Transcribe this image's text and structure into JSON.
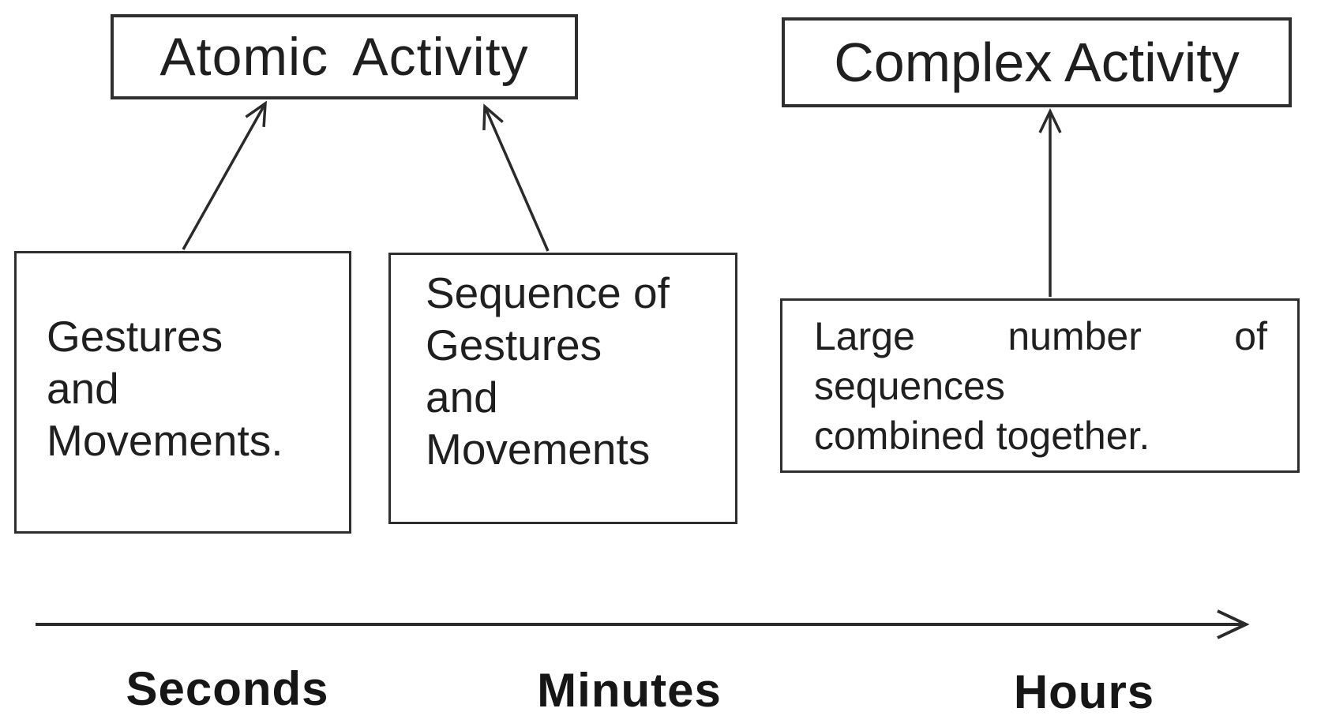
{
  "diagram": {
    "background": "#ffffff",
    "ink_color": "#1f1f1f",
    "border_color": "#2e2e2e",
    "title_boxes": {
      "atomic": {
        "label": "Atomic Activity"
      },
      "complex": {
        "label": "Complex Activity"
      }
    },
    "detail_boxes": {
      "gestures": {
        "lines": [
          "Gestures",
          "and",
          "Movements."
        ]
      },
      "sequence": {
        "lines": [
          "Sequence of",
          "Gestures",
          "and",
          "Movements"
        ]
      },
      "large_number": {
        "justified_line": [
          "Large",
          "number",
          "of"
        ],
        "lines": [
          "sequences",
          "combined together."
        ]
      }
    },
    "arrows": {
      "gestures_to_atomic": "up-arrow",
      "sequence_to_atomic": "up-arrow",
      "large_number_to_complex": "up-arrow",
      "timeline_axis": "right-arrow"
    },
    "timeline": {
      "labels": [
        "Seconds",
        "Minutes",
        "Hours"
      ]
    }
  }
}
